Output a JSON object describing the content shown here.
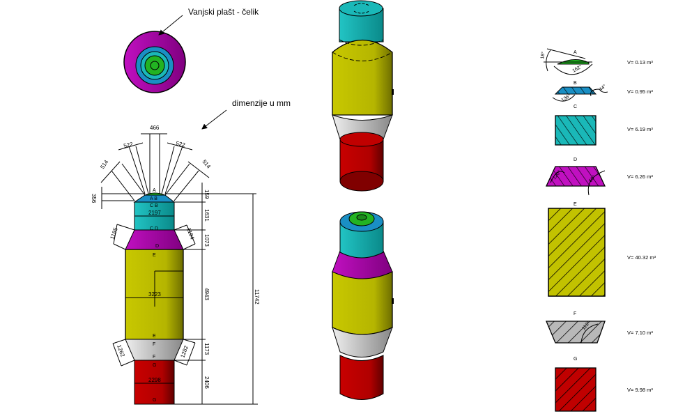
{
  "annotations": {
    "material_label": "Vanjski plašt - čelik",
    "units_label": "dimenzije u mm"
  },
  "colors": {
    "A": "#22b322",
    "B": "#1a8fc4",
    "C": "#1ab8b8",
    "D": "#c010c0",
    "E": "#c2c200",
    "F": "#b8b8b8",
    "G": "#c00000"
  },
  "elevation": {
    "top_widths": [
      "466",
      "522",
      "522",
      "514",
      "514"
    ],
    "cap_height_left": "356",
    "cap_height_right": "159",
    "section_c_width": "2197",
    "section_c_height": "1631",
    "cone_d_slant_left": "1185",
    "cone_d_slant_right": "1194",
    "cone_d_height": "1073",
    "section_e_width": "3223",
    "section_e_height": "4943",
    "cone_f_slant_left": "1262",
    "cone_f_slant_right": "1282",
    "cone_f_height": "1173",
    "section_g_width": "2298",
    "section_g_height": "2406",
    "total_height": "11742",
    "joint_labels": [
      "A",
      "A B",
      "C B",
      "C D",
      "D",
      "E",
      "E",
      "F",
      "F",
      "G",
      "G"
    ]
  },
  "sections": [
    {
      "label": "A",
      "volume": "V= 0.13 m³",
      "angles": [
        "18°",
        "162°"
      ]
    },
    {
      "label": "B",
      "volume": "V= 0.95 m³",
      "angles": [
        "136°",
        "44°"
      ]
    },
    {
      "label": "C",
      "volume": "V= 6.19 m³"
    },
    {
      "label": "D",
      "volume": "V= 6.26 m³",
      "angles": [
        "120°",
        "60°"
      ]
    },
    {
      "label": "E",
      "volume": "V= 40.32 m³"
    },
    {
      "label": "F",
      "volume": "V= 7.10 m³",
      "angles": [
        "112°"
      ]
    },
    {
      "label": "G",
      "volume": "V= 9.98 m³"
    }
  ]
}
